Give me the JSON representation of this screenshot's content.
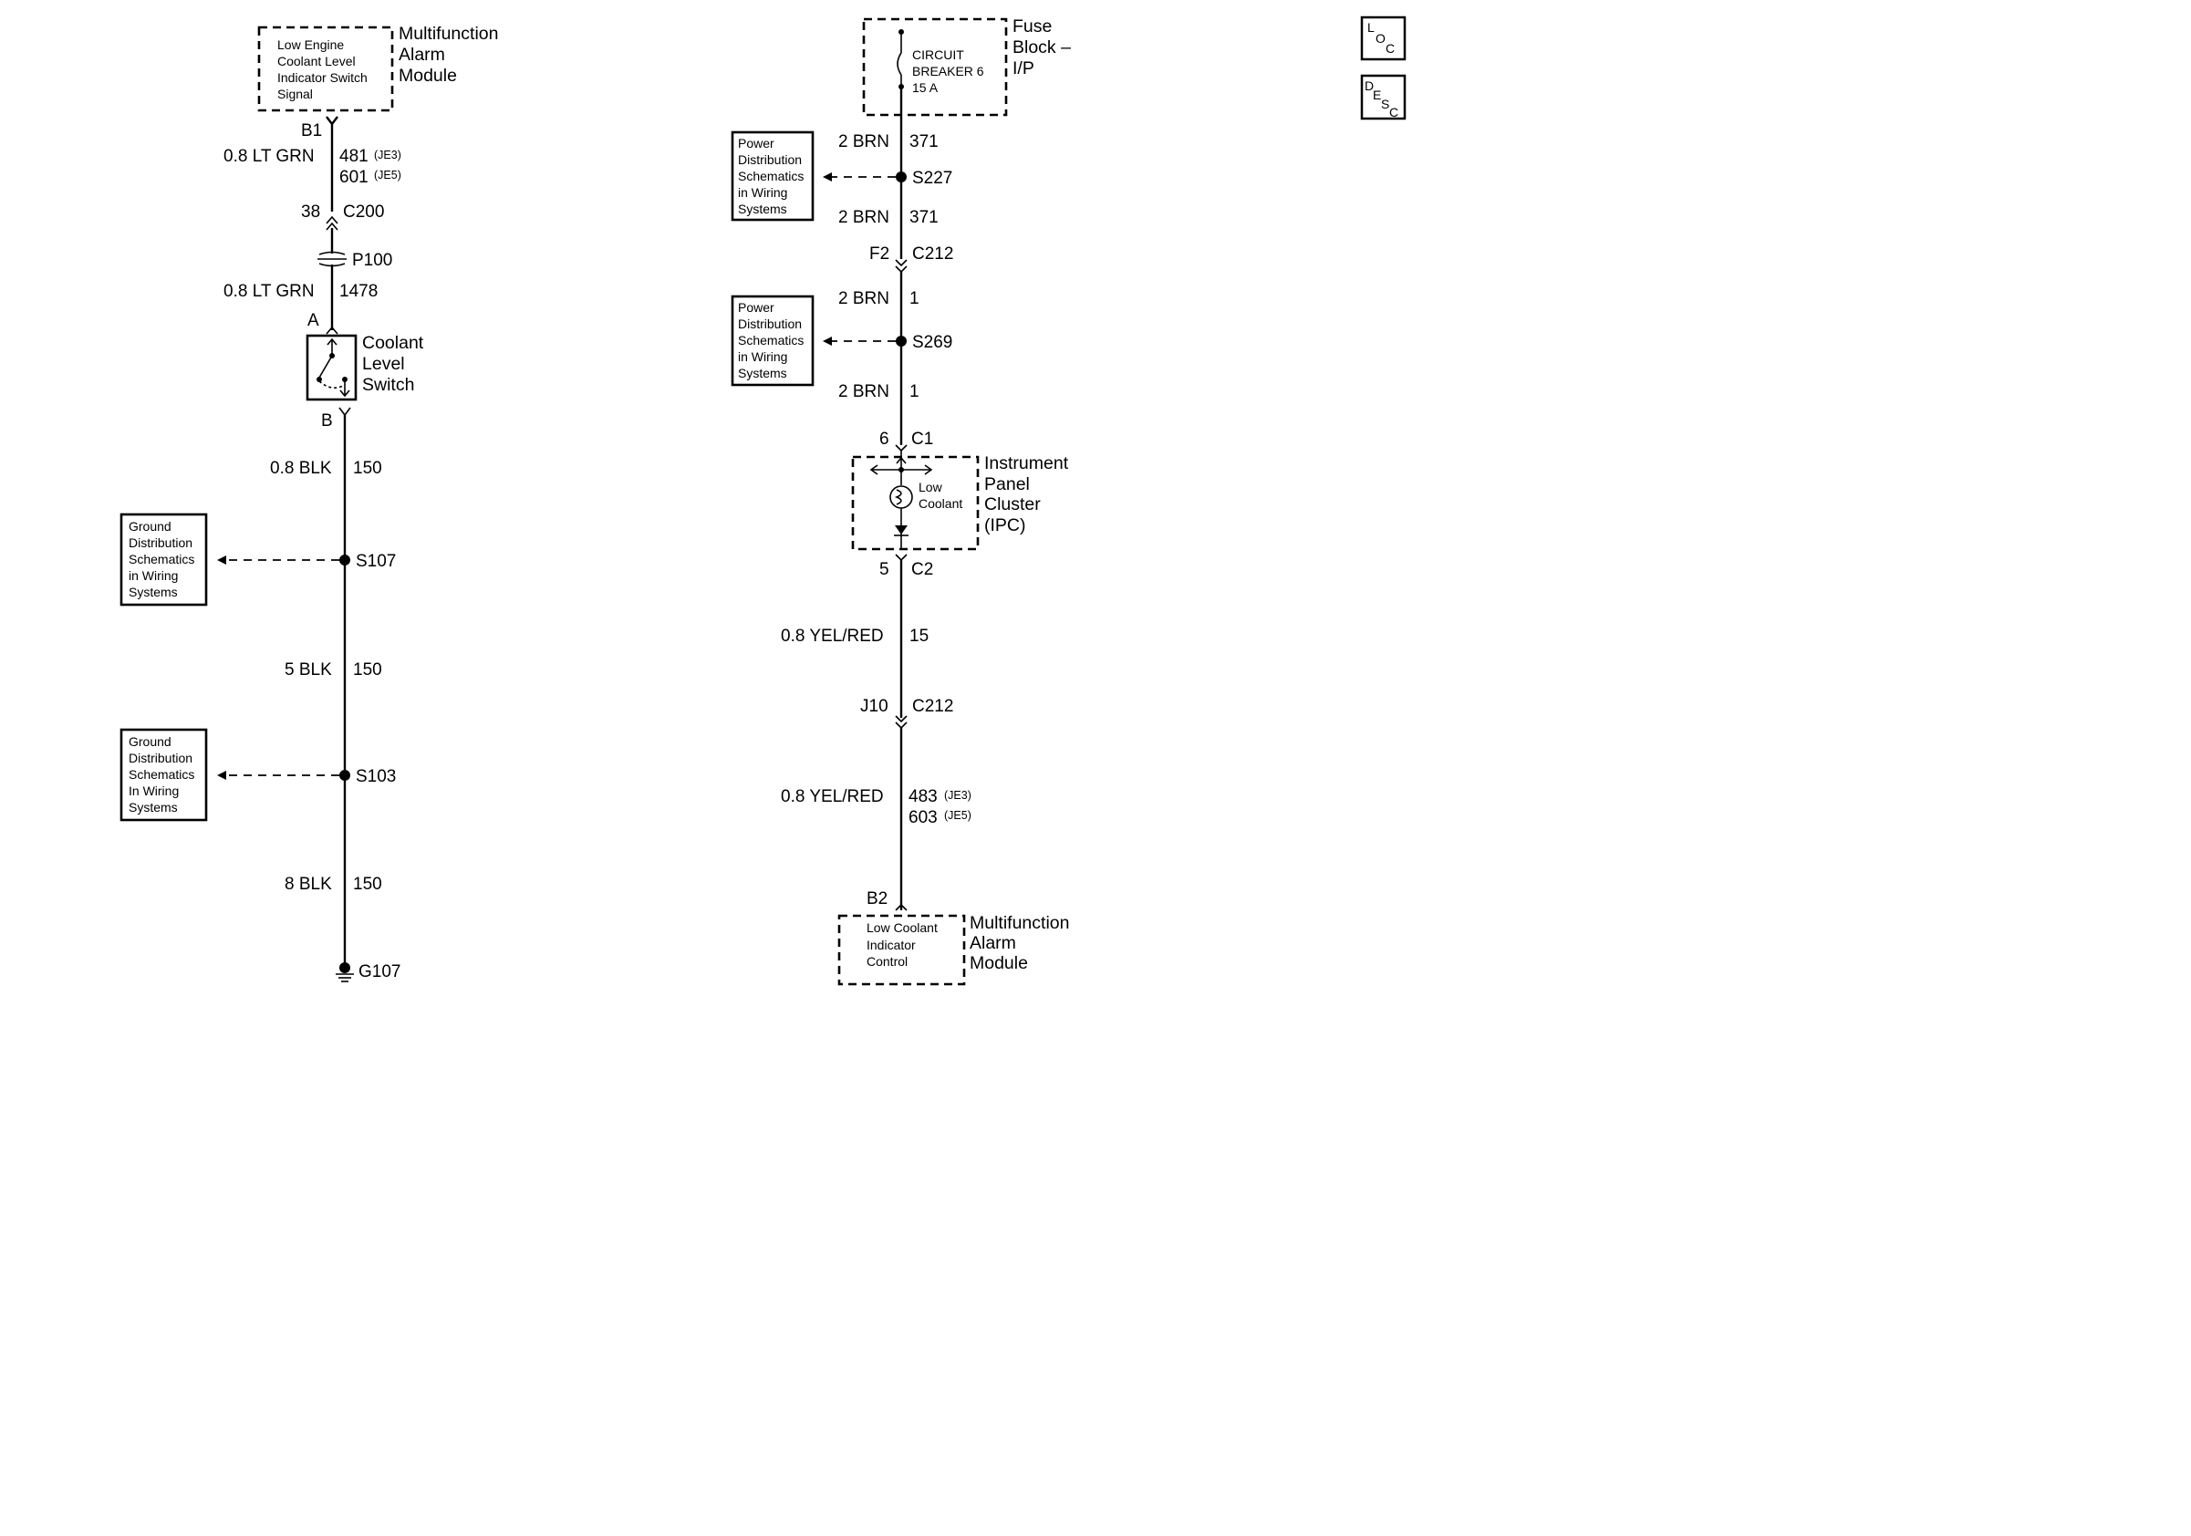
{
  "left": {
    "module_top": {
      "inner": [
        "Low Engine",
        "Coolant Level",
        "Indicator Switch",
        "Signal"
      ],
      "title": [
        "Multifunction",
        "Alarm",
        "Module"
      ],
      "pin": "B1"
    },
    "wire1": {
      "gauge": "0.8 LT GRN",
      "circuit1": "481",
      "opt1": "(JE3)",
      "circuit2": "601",
      "opt2": "(JE5)"
    },
    "c200": {
      "pin": "38",
      "name": "C200"
    },
    "p100": "P100",
    "wire2": {
      "gauge": "0.8 LT GRN",
      "circuit": "1478"
    },
    "switch": {
      "pin_a": "A",
      "pin_b": "B",
      "title": [
        "Coolant",
        "Level",
        "Switch"
      ]
    },
    "wire3": {
      "gauge": "0.8 BLK",
      "circuit": "150"
    },
    "s107": "S107",
    "ground_box_1": [
      "Ground",
      "Distribution",
      "Schematics",
      "in Wiring",
      "Systems"
    ],
    "wire4": {
      "gauge": "5 BLK",
      "circuit": "150"
    },
    "s103": "S103",
    "ground_box_2": [
      "Ground",
      "Distribution",
      "Schematics",
      "In Wiring",
      "Systems"
    ],
    "wire5": {
      "gauge": "8 BLK",
      "circuit": "150"
    },
    "g107": "G107"
  },
  "right": {
    "fuse_block": {
      "inner": [
        "CIRCUIT",
        "BREAKER 6",
        "15 A"
      ],
      "title": [
        "Fuse",
        "Block –",
        "I/P"
      ]
    },
    "wire1": {
      "gauge": "2 BRN",
      "circuit": "371"
    },
    "s227": "S227",
    "power_box_1": [
      "Power",
      "Distribution",
      "Schematics",
      "in Wiring",
      "Systems"
    ],
    "wire2": {
      "gauge": "2 BRN",
      "circuit": "371"
    },
    "c212_top": {
      "pin": "F2",
      "name": "C212"
    },
    "wire3": {
      "gauge": "2 BRN",
      "circuit": "1"
    },
    "s269": "S269",
    "power_box_2": [
      "Power",
      "Distribution",
      "Schematics",
      "in Wiring",
      "Systems"
    ],
    "wire4": {
      "gauge": "2 BRN",
      "circuit": "1"
    },
    "c1": {
      "pin": "6",
      "name": "C1"
    },
    "ipc": {
      "inner": [
        "Low",
        "Coolant"
      ],
      "title": [
        "Instrument",
        "Panel",
        "Cluster",
        "(IPC)"
      ]
    },
    "c2": {
      "pin": "5",
      "name": "C2"
    },
    "wire5": {
      "gauge": "0.8 YEL/RED",
      "circuit": "15"
    },
    "c212_bottom": {
      "pin": "J10",
      "name": "C212"
    },
    "wire6": {
      "gauge": "0.8 YEL/RED",
      "circuit1": "483",
      "opt1": "(JE3)",
      "circuit2": "603",
      "opt2": "(JE5)"
    },
    "module_bottom": {
      "pin": "B2",
      "inner": [
        "Low Coolant",
        "Indicator",
        "Control"
      ],
      "title": [
        "Multifunction",
        "Alarm",
        "Module"
      ]
    }
  },
  "icons": {
    "loc": {
      "l1": "L",
      "l2": "O",
      "l3": "C"
    },
    "desc": {
      "l1": "D",
      "l2": "E",
      "l3": "S",
      "l4": "C"
    }
  }
}
